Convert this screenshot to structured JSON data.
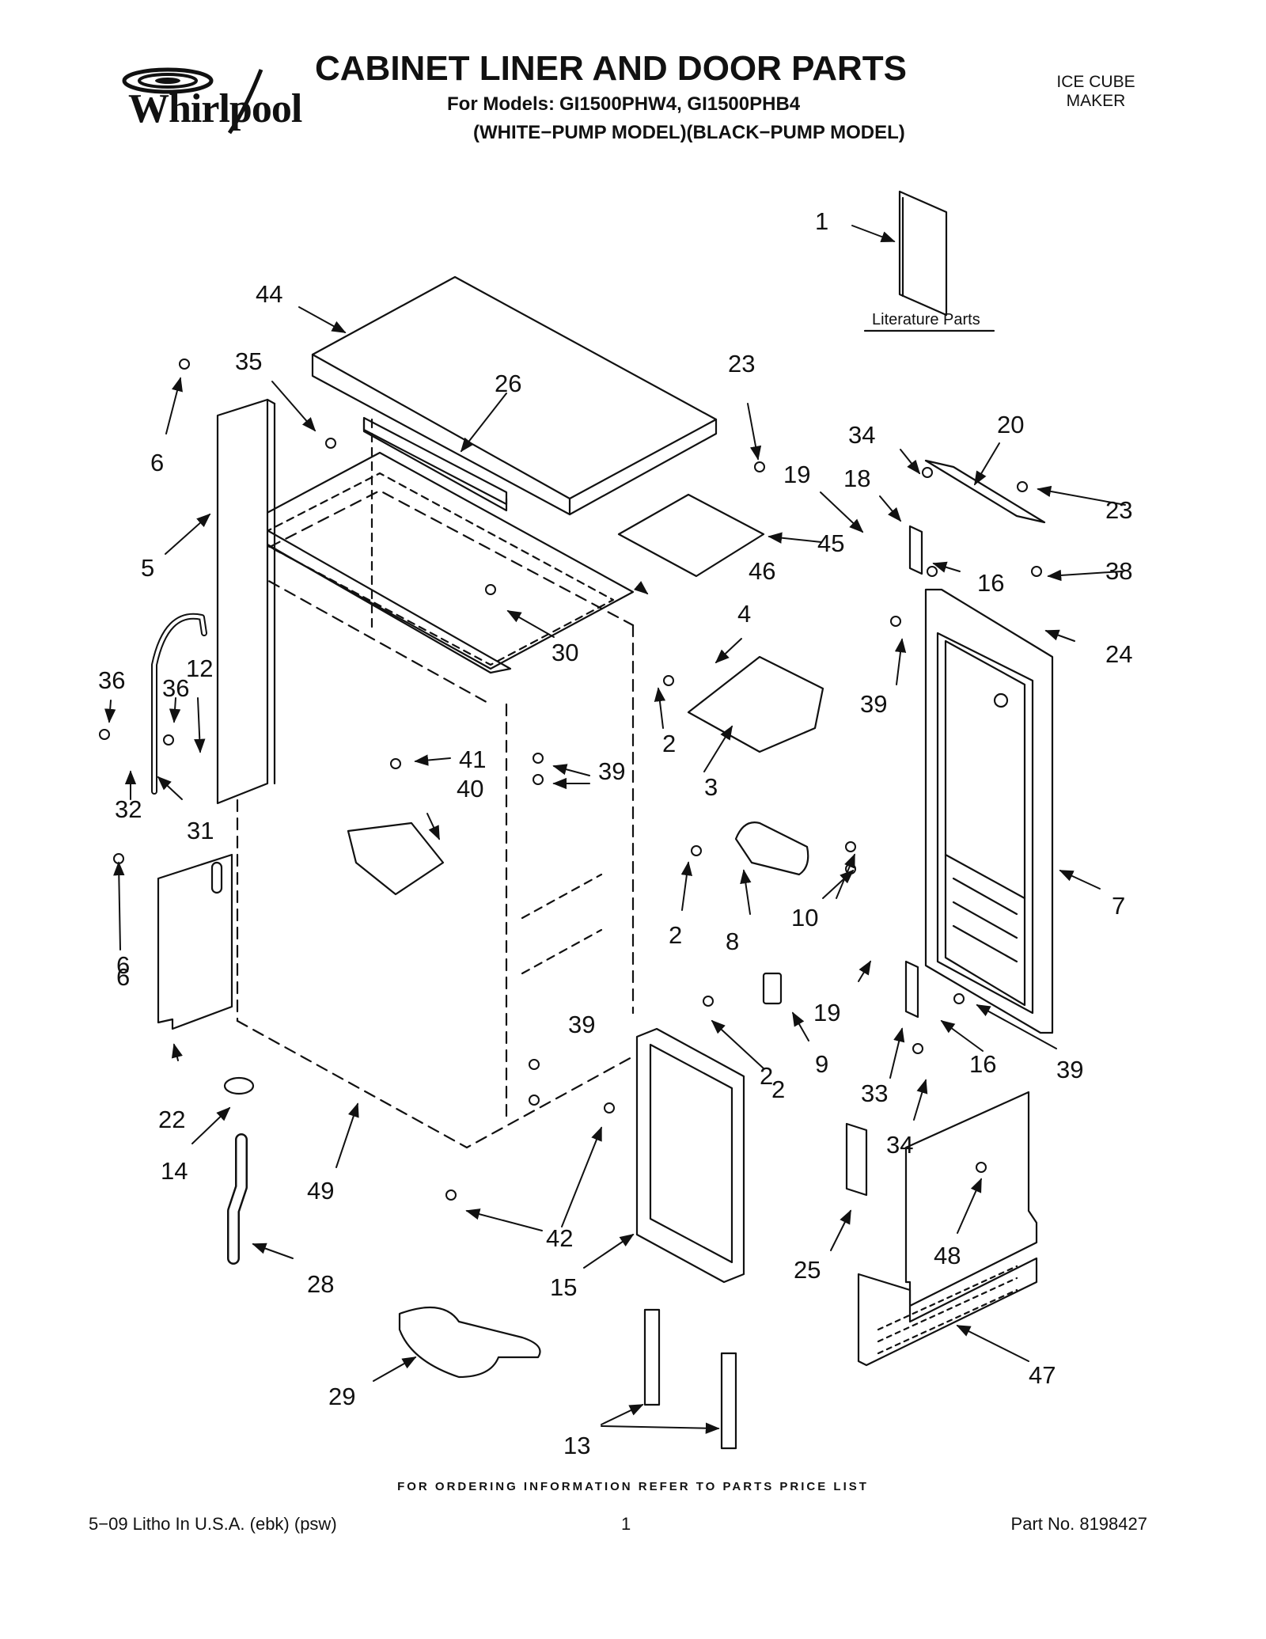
{
  "brand": "Whirlpool",
  "title": "CABINET LINER AND DOOR PARTS",
  "models_label": "For Models:",
  "models": "GI1500PHW4, GI1500PHB4",
  "variants": "(WHITE−PUMP MODEL)(BLACK−PUMP MODEL)",
  "product": [
    "ICE CUBE",
    "MAKER"
  ],
  "literature_label": "Literature Parts",
  "callouts": [
    "1",
    "44",
    "35",
    "6",
    "26",
    "23",
    "34",
    "20",
    "19",
    "18",
    "23",
    "45",
    "5",
    "46",
    "16",
    "38",
    "30",
    "4",
    "24",
    "39",
    "36",
    "12",
    "36",
    "2",
    "41",
    "39",
    "40",
    "3",
    "32",
    "31",
    "6",
    "2",
    "8",
    "10",
    "7",
    "2",
    "6",
    "19",
    "39",
    "22",
    "9",
    "16",
    "39",
    "2",
    "33",
    "14",
    "34",
    "49",
    "42",
    "28",
    "15",
    "25",
    "48",
    "29",
    "47",
    "13"
  ],
  "ordering_note": "FOR ORDERING INFORMATION REFER TO PARTS PRICE LIST",
  "footer": {
    "left": "5−09 Litho In U.S.A. (ebk) (psw)",
    "page": "1",
    "part_no": "Part No. 8198427"
  },
  "colors": {
    "ink": "#111111",
    "paper": "#ffffff"
  }
}
